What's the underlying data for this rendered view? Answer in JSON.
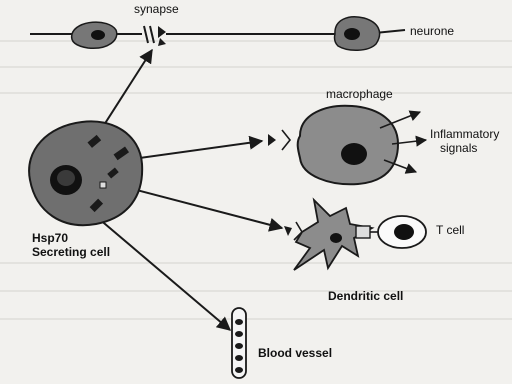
{
  "labels": {
    "synapse": "synapse",
    "neurone": "neurone",
    "macrophage": "macrophage",
    "inflammatory_line1": "Inflammatory",
    "inflammatory_line2": "signals",
    "hsp70_line1": "Hsp70",
    "hsp70_line2": "Secreting cell",
    "t_cell": "T cell",
    "dendritic_cell": "Dendritic cell",
    "blood_vessel": "Blood vessel"
  },
  "colors": {
    "ink": "#1a1a1a",
    "cell_fill": "#6f6f6f",
    "cell_light": "#8c8c8c",
    "nucleus": "#111111"
  }
}
